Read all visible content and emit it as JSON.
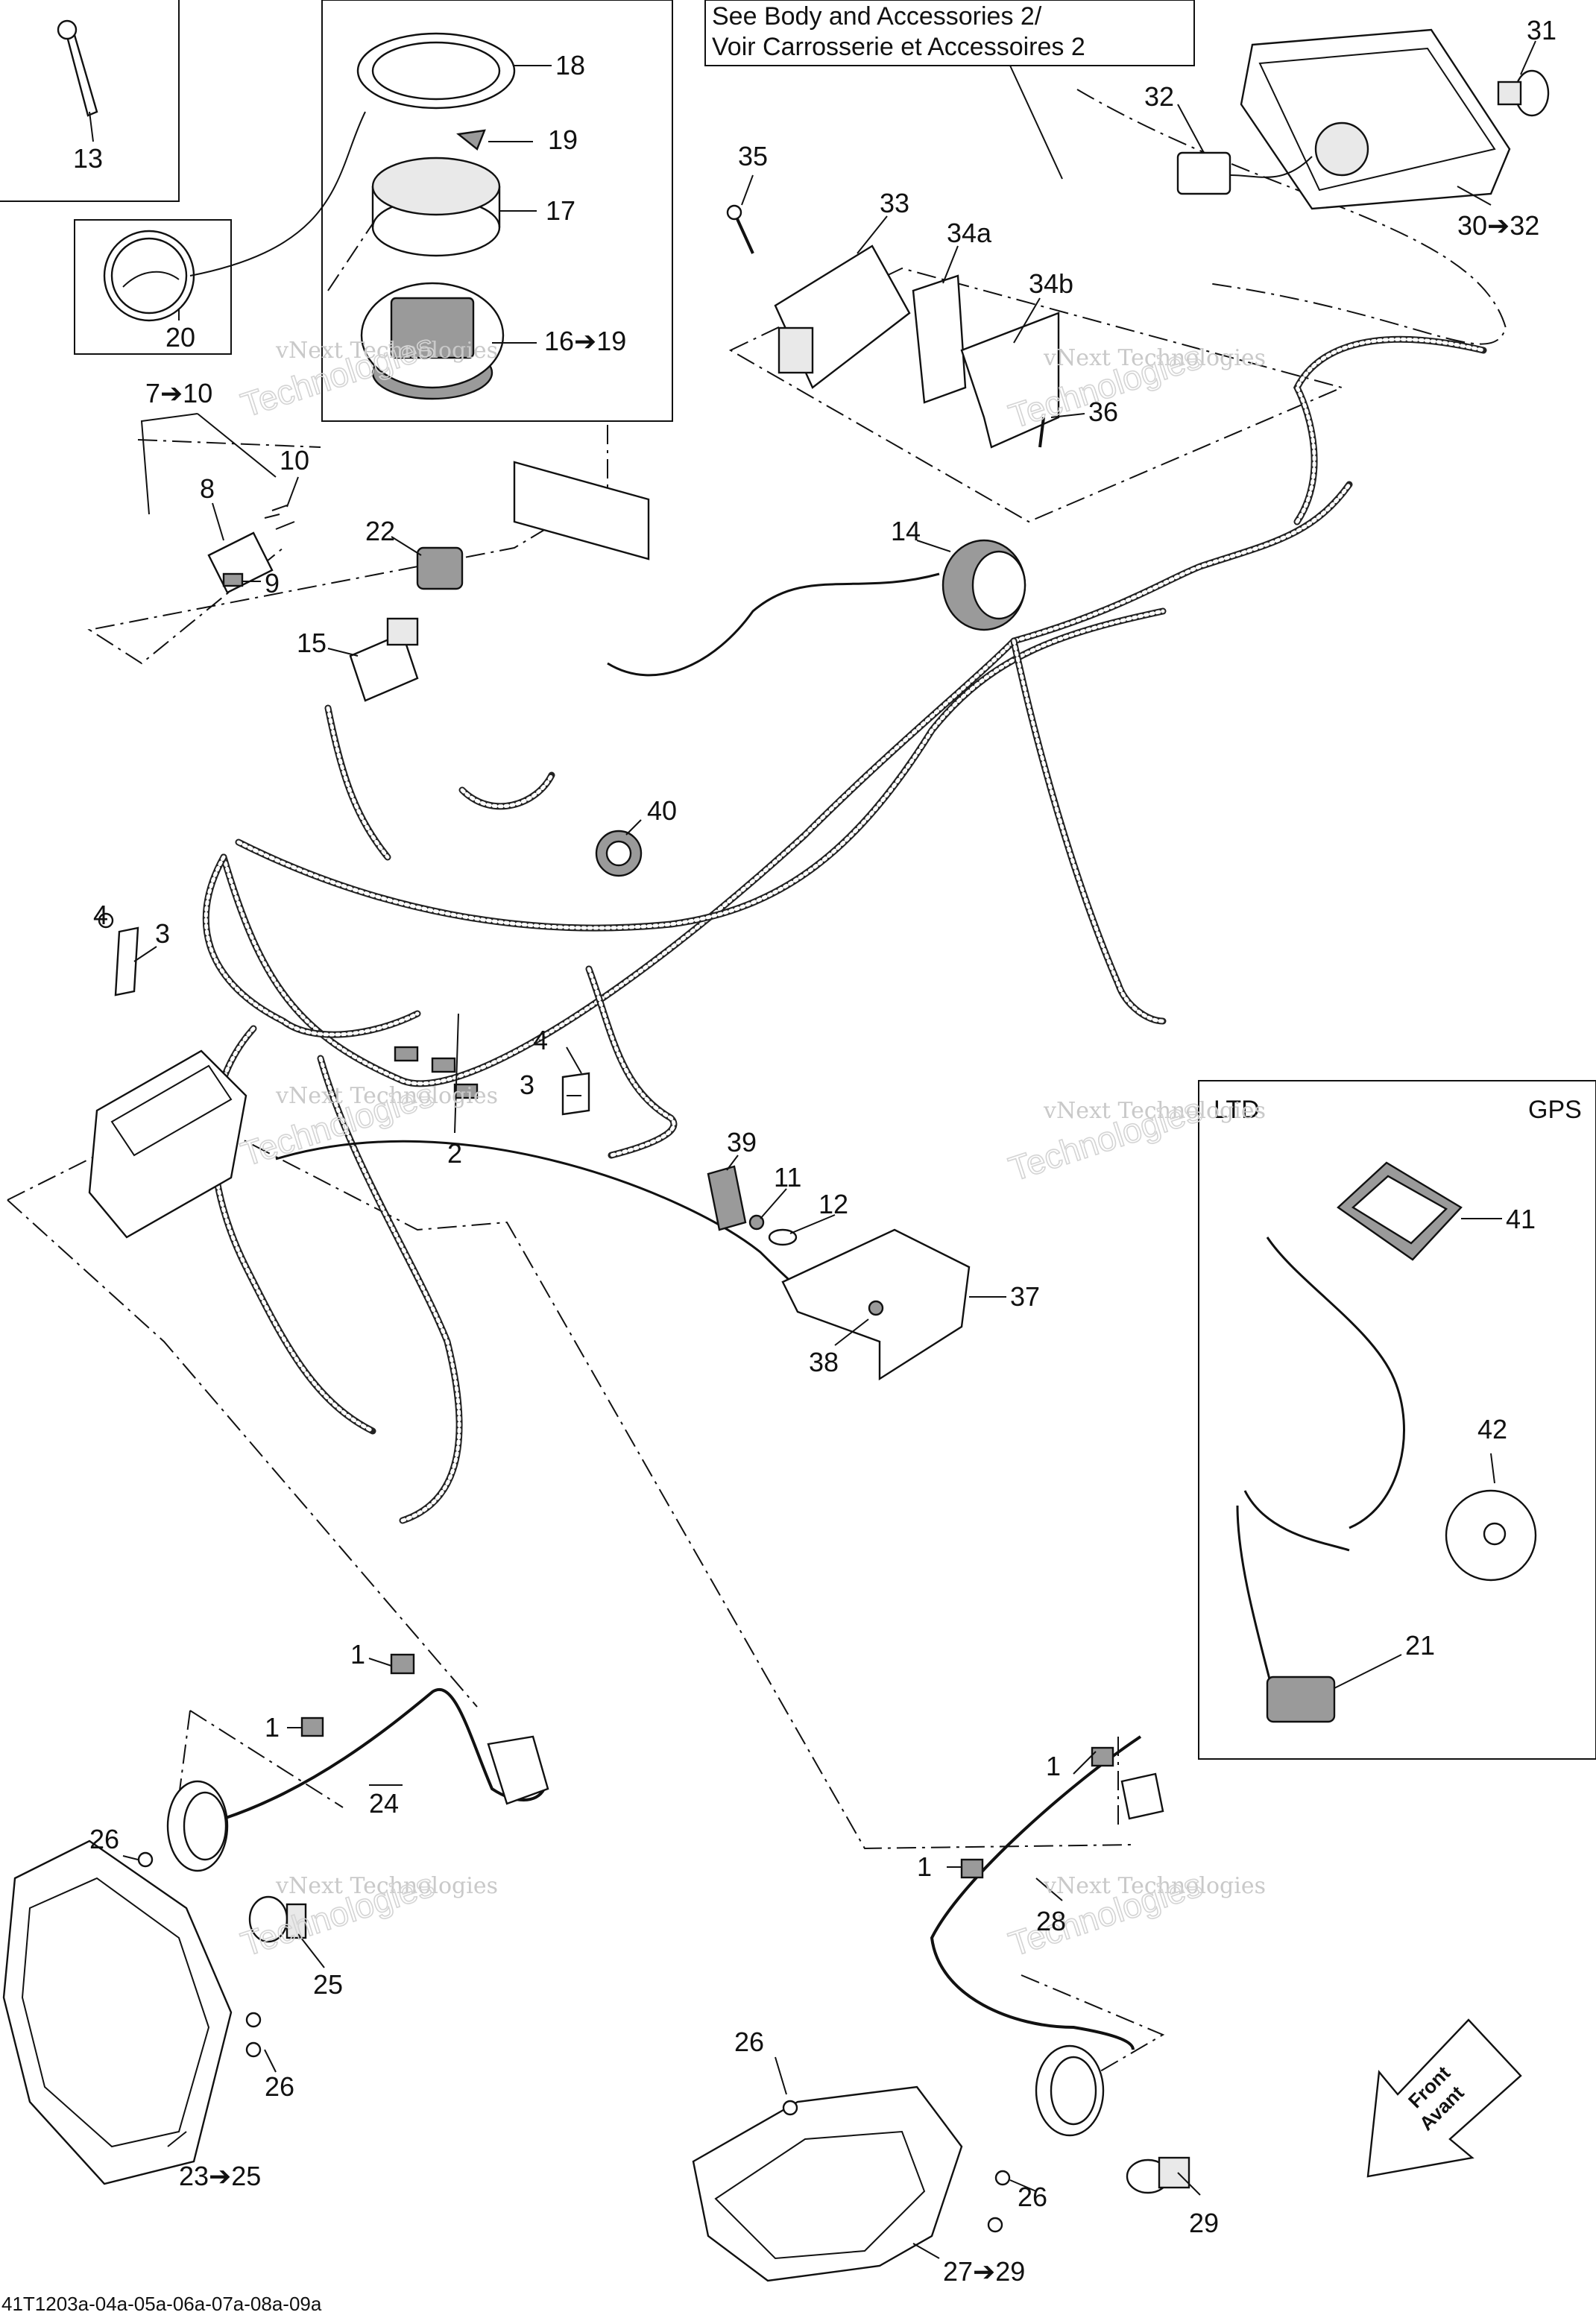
{
  "reference_box": {
    "line1": "See Body and Accessories 2/",
    "line2": "Voir Carrosserie et Accessoires 2"
  },
  "gps_box": {
    "left_label": "LTD",
    "right_label": "GPS"
  },
  "watermark": {
    "line1": "vNext Technologies",
    "line2": "Technologies"
  },
  "front_arrow": {
    "line1": "Front",
    "line2": "Avant"
  },
  "drawing_code": "41T1203a-04a-05a-06a-07a-08a-09a",
  "callouts": {
    "c13": "13",
    "c18": "18",
    "c19": "19",
    "c17": "17",
    "c20": "20",
    "c16_19": "16➔19",
    "c31": "31",
    "c32": "32",
    "c35": "35",
    "c33": "33",
    "c34a": "34a",
    "c34b": "34b",
    "c36": "36",
    "c30_32": "30➔32",
    "c7_10": "7➔10",
    "c10": "10",
    "c8": "8",
    "c9": "9",
    "c22": "22",
    "c14": "14",
    "c15": "15",
    "c40": "40",
    "c4a": "4",
    "c3a": "3",
    "c4b": "4",
    "c3b": "3",
    "c2": "2",
    "c39": "39",
    "c11": "11",
    "c12": "12",
    "c37": "37",
    "c38": "38",
    "c41": "41",
    "c42": "42",
    "c21": "21",
    "c1a": "1",
    "c1b": "1",
    "c24": "24",
    "c26a": "26",
    "c25": "25",
    "c26b": "26",
    "c23_25": "23➔25",
    "c1c": "1",
    "c1d": "1",
    "c28": "28",
    "c26c": "26",
    "c26d": "26",
    "c29": "29",
    "c27_29": "27➔29"
  }
}
